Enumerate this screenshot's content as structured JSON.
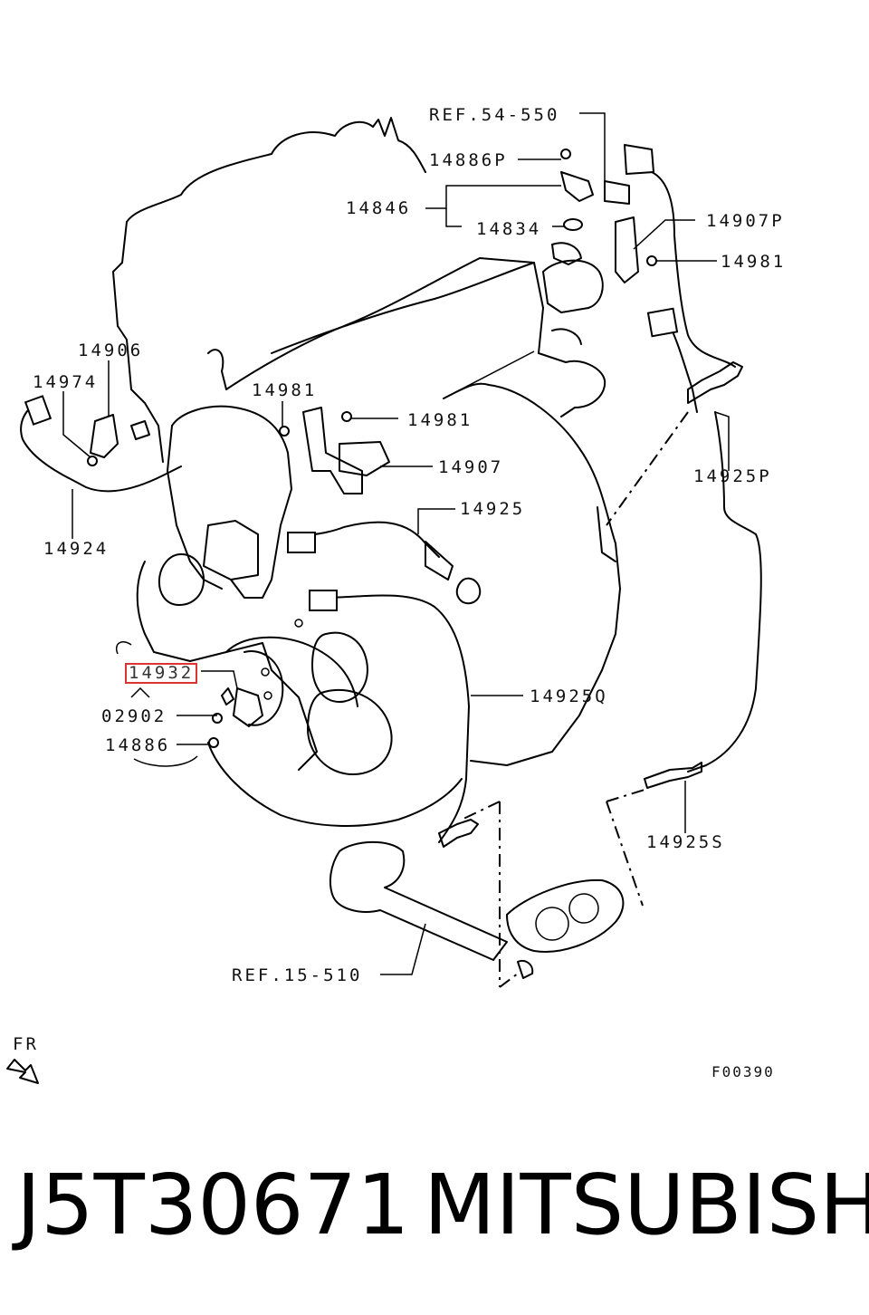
{
  "diagram": {
    "callouts": {
      "ref_54_550": "REF.54-550",
      "p14886P": "14886P",
      "p14846": "14846",
      "p14834": "14834",
      "p14907P": "14907P",
      "p14981_right": "14981",
      "p14906": "14906",
      "p14974": "14974",
      "p14981_mid": "14981",
      "p14981_center": "14981",
      "p14907": "14907",
      "p14925": "14925",
      "p14925P": "14925P",
      "p14924": "14924",
      "p14932": "14932",
      "p02902": "02902",
      "p14886": "14886",
      "p14925Q": "14925Q",
      "p14925S": "14925S",
      "ref_15_510": "REF.15-510",
      "fr": "FR",
      "figure_code": "F00390"
    },
    "highlighted_part": "14932",
    "highlight_color": "#d33333"
  },
  "footer": {
    "part_number": "J5T30671",
    "brand": "MITSUBISHI"
  }
}
